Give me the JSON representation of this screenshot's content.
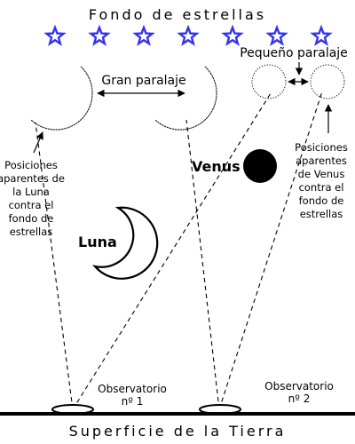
{
  "labels": {
    "background_title": "Fondo de estrellas",
    "big_parallax": "Gran paralaje",
    "small_parallax": "Pequeño paralaje",
    "moon": "Luna",
    "venus": "Venus",
    "moon_note": [
      "Posiciones",
      "aparentes de",
      "la Luna",
      "contra el",
      "fondo de",
      "estrellas"
    ],
    "venus_note": [
      "Posiciones",
      "aparentes",
      "de Venus",
      "contra el",
      "fondo de",
      "estrellas"
    ],
    "obs1": [
      "Observatorio",
      "nº 1"
    ],
    "obs2": [
      "Observatorio",
      "nº 2"
    ],
    "ground_title": "Superficie de la Tierra"
  },
  "stars": {
    "count": 7,
    "color": "#3333ee"
  },
  "colors": {
    "ink": "#000000",
    "background": "#ffffff",
    "star": "#3333ee"
  }
}
